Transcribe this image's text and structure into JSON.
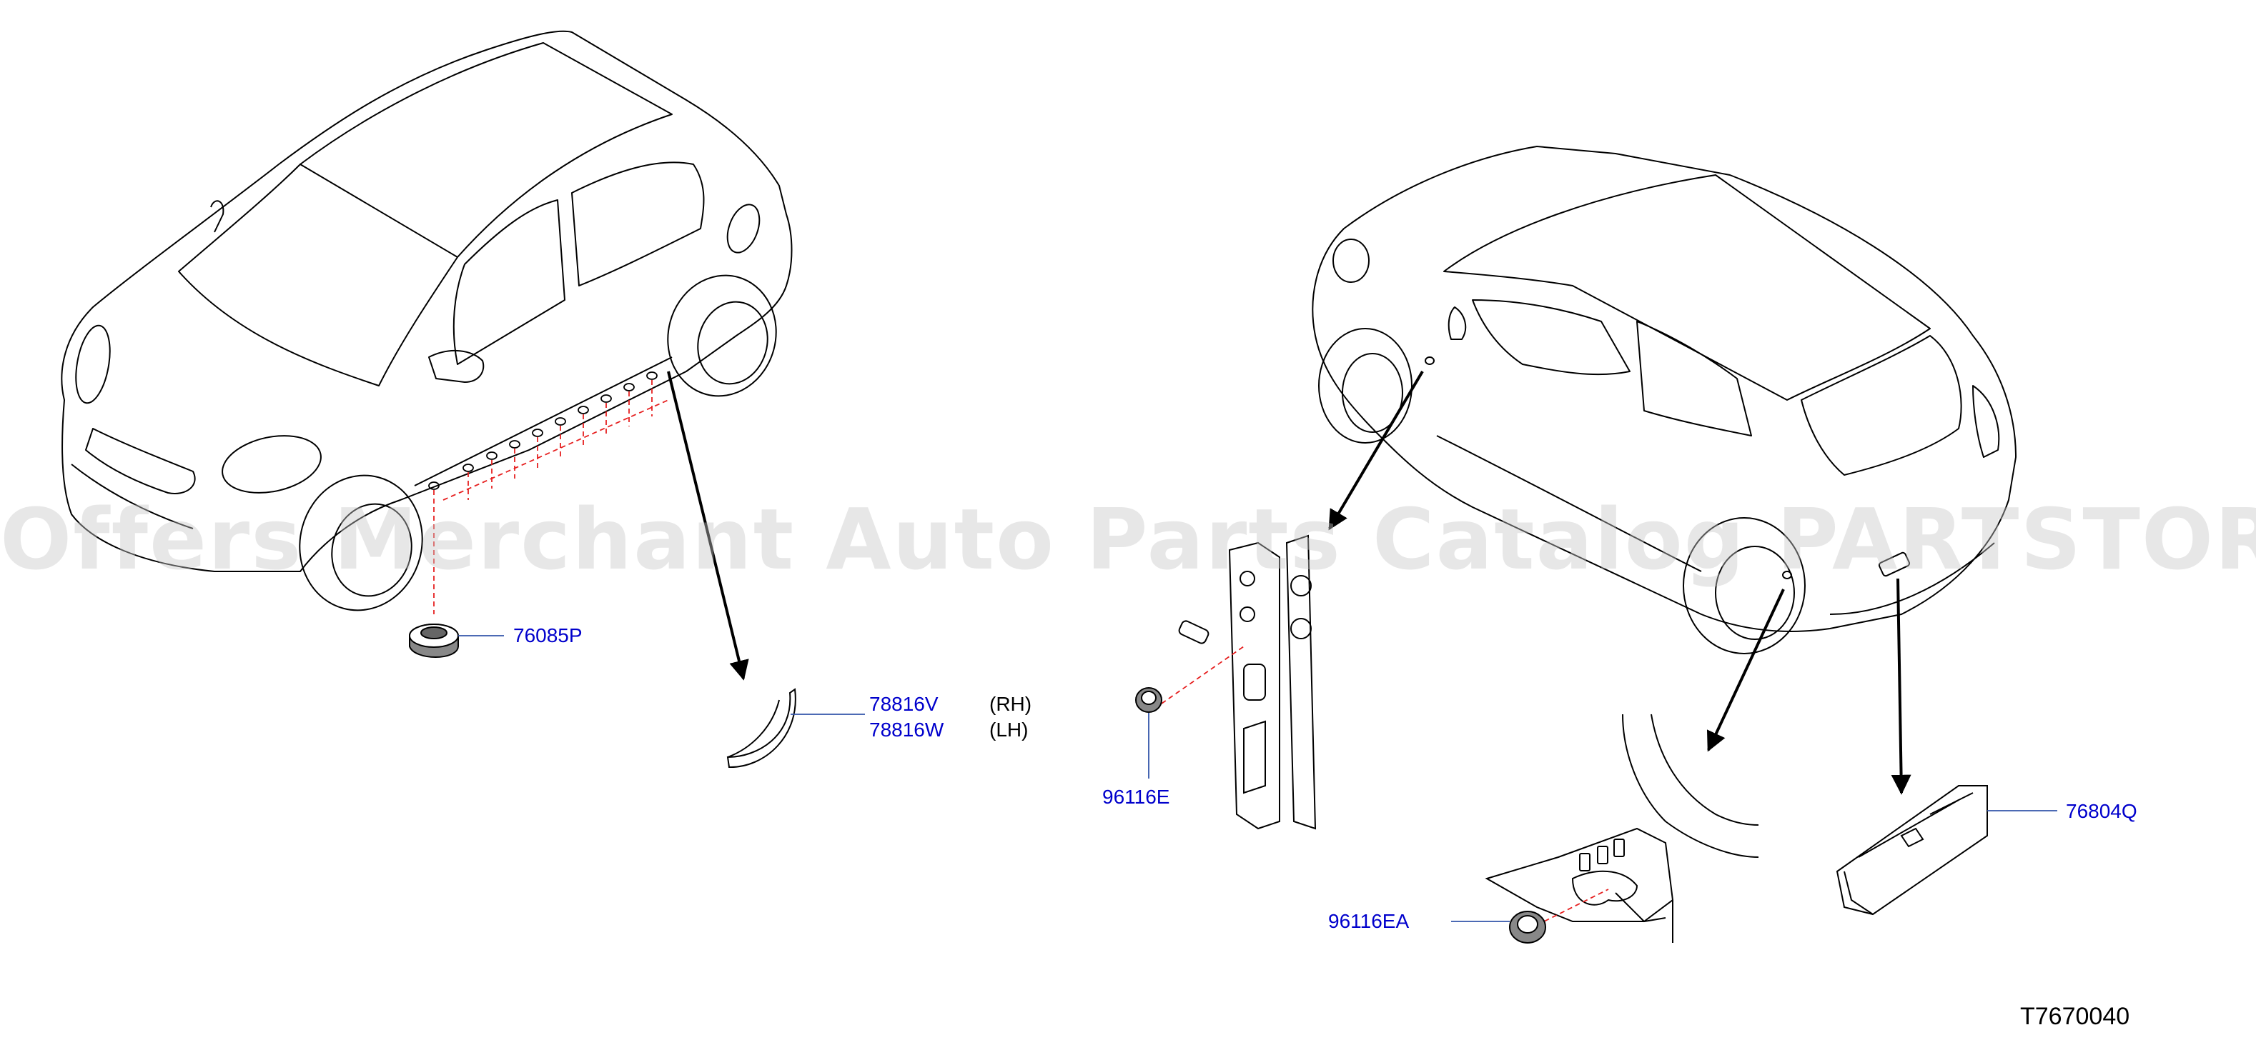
{
  "watermark": "Offers Merchant Auto Parts Catalog PARTSTORE.SA",
  "diagram_code": "T7670040",
  "colors": {
    "label": "#0000cc",
    "leader": "#3355aa",
    "dashed": "#e62020",
    "watermark": "#c8c8c8",
    "line": "#000000"
  },
  "parts": [
    {
      "number": "76085P"
    },
    {
      "number": "78816V",
      "side": "(RH)"
    },
    {
      "number": "78816W",
      "side": "(LH)"
    },
    {
      "number": "96116E"
    },
    {
      "number": "96116EA"
    },
    {
      "number": "76804Q"
    }
  ]
}
